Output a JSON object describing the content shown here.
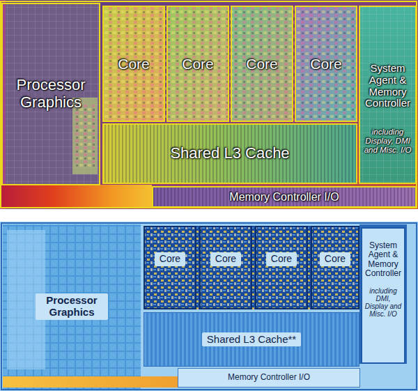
{
  "diagram": {
    "nodes": [
      {
        "text": [
          "Processor Graphics"
        ]
      },
      {
        "text": [
          "Core"
        ]
      },
      {
        "text": [
          "Core"
        ]
      },
      {
        "text": [
          "Core"
        ]
      },
      {
        "text": [
          "Core"
        ]
      },
      {
        "text": [
          "System Agent & Memory Controller",
          "including Display, DMI and Misc. I/O"
        ]
      },
      {
        "text": [
          "Shared L3 Cache"
        ]
      },
      {
        "text": [
          "Memory Controller I/O"
        ]
      },
      {
        "text": [
          "Processor Graphics"
        ]
      },
      {
        "text": [
          "Core"
        ]
      },
      {
        "text": [
          "Core"
        ]
      },
      {
        "text": [
          "Core"
        ]
      },
      {
        "text": [
          "Core"
        ]
      },
      {
        "text": [
          "System Agent & Memory Controller",
          "including DMI, Display and Misc. I/O"
        ]
      },
      {
        "text": [
          "Shared L3 Cache**"
        ]
      },
      {
        "text": [
          "Memory Controller I/O"
        ]
      }
    ]
  }
}
